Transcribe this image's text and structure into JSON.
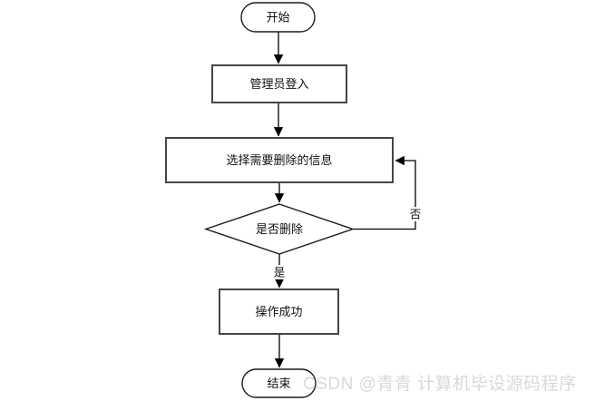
{
  "flowchart": {
    "nodes": {
      "start": {
        "label": "开始",
        "type": "terminator"
      },
      "admin_login": {
        "label": "管理员登入",
        "type": "process"
      },
      "select_info": {
        "label": "选择需要删除的信息",
        "type": "process"
      },
      "confirm_delete": {
        "label": "是否删除",
        "type": "decision"
      },
      "operation_success": {
        "label": "操作成功",
        "type": "process"
      },
      "end": {
        "label": "结束",
        "type": "terminator"
      }
    },
    "edge_labels": {
      "yes": "是",
      "no": "否"
    }
  },
  "watermark": {
    "text": "CSDN @青青  计算机毕设源码程序",
    "color": "#d9d9d9"
  },
  "colors": {
    "background": "#ffffff",
    "shape_fill": "#ffffff",
    "line": "#000000",
    "process_border": "#454545",
    "terminator_border": "#1c1c1c"
  }
}
